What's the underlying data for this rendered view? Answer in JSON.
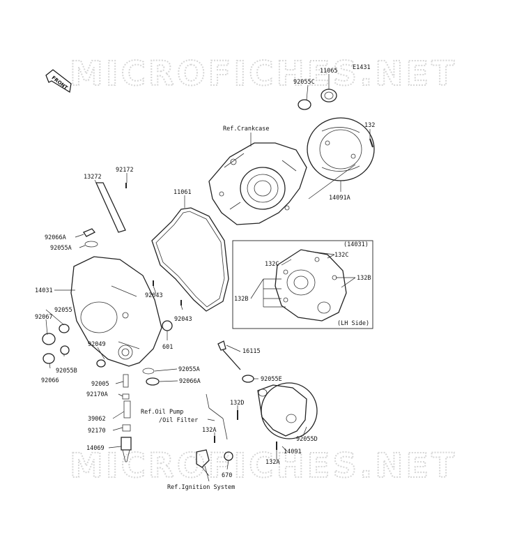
{
  "diagram_id": "E1431",
  "front_badge": "FRONT",
  "watermark_text": "MICROFICHES.NET",
  "refs": {
    "crankcase": "Ref.Crankcase",
    "oil_pump_1": "Ref.Oil Pump",
    "oil_pump_2": "/Oil Filter",
    "ignition": "Ref.Ignition System"
  },
  "inset": {
    "title": "(14031)",
    "caption": "(LH Side)"
  },
  "labels": {
    "p11065": "11065",
    "p92055C": "92055C",
    "p132_top": "132",
    "p14091A": "14091A",
    "p13272": "13272",
    "p92172": "92172",
    "p11061": "11061",
    "p92066A_top": "92066A",
    "p92055A_top": "92055A",
    "p14031": "14031",
    "p92043_a": "92043",
    "p92043_b": "92043",
    "p92055": "92055",
    "p92067": "92067",
    "p92049": "92049",
    "p601": "601",
    "p92055B": "92055B",
    "p92066": "92066",
    "p92055A_mid": "92055A",
    "p92066A_mid": "92066A",
    "p92005": "92005",
    "p92170A": "92170A",
    "p39062": "39062",
    "p92170": "92170",
    "p14069": "14069",
    "p16115": "16115",
    "p92055E": "92055E",
    "p132D": "132D",
    "p132A_left": "132A",
    "p92055D": "92055D",
    "p14091": "14091",
    "p132A_right": "132A",
    "p670": "670",
    "p132C_a": "132C",
    "p132C_b": "132C",
    "p132B_a": "132B",
    "p132B_b": "132B"
  }
}
